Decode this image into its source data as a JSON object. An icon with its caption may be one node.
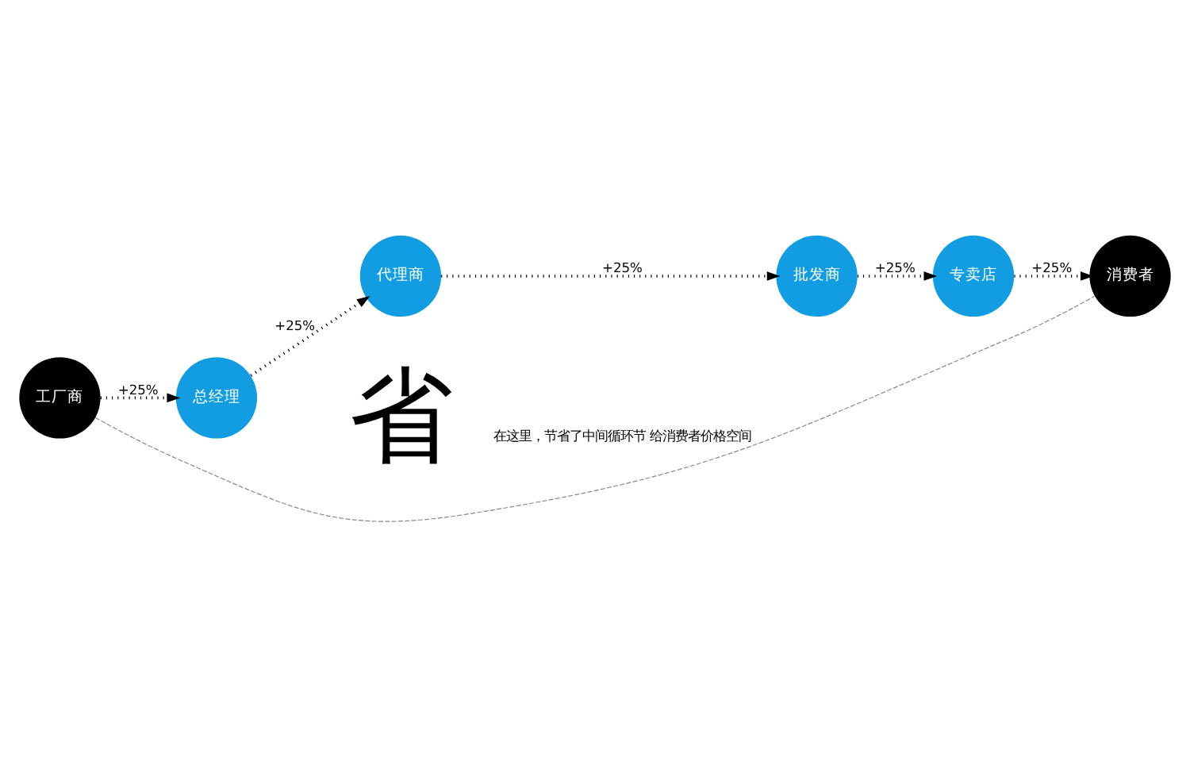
{
  "diagram": {
    "nodes": [
      {
        "text": [
          "工厂商"
        ]
      },
      {
        "text": [
          "总经理"
        ]
      },
      {
        "text": [
          "代理商"
        ]
      },
      {
        "text": [
          "批发商"
        ]
      },
      {
        "text": [
          "专卖店"
        ]
      },
      {
        "text": [
          "消费者"
        ]
      }
    ],
    "edges": [
      {
        "from": 0,
        "to": 1,
        "arrow": "to",
        "label": "+25%"
      },
      {
        "from": 1,
        "to": 2,
        "arrow": "to",
        "label": "+25%"
      },
      {
        "from": 2,
        "to": 3,
        "arrow": "to",
        "label": "+25%"
      },
      {
        "from": 3,
        "to": 4,
        "arrow": "to",
        "label": "+25%"
      },
      {
        "from": 4,
        "to": 5,
        "arrow": "to",
        "label": "+25%"
      },
      {
        "from": 0,
        "to": 5,
        "arrow": "none",
        "style": "dashed",
        "color": "#888888",
        "label": "在这里，节省了中间循环节 给消费者价格空间"
      }
    ],
    "labels": [
      "省"
    ]
  }
}
